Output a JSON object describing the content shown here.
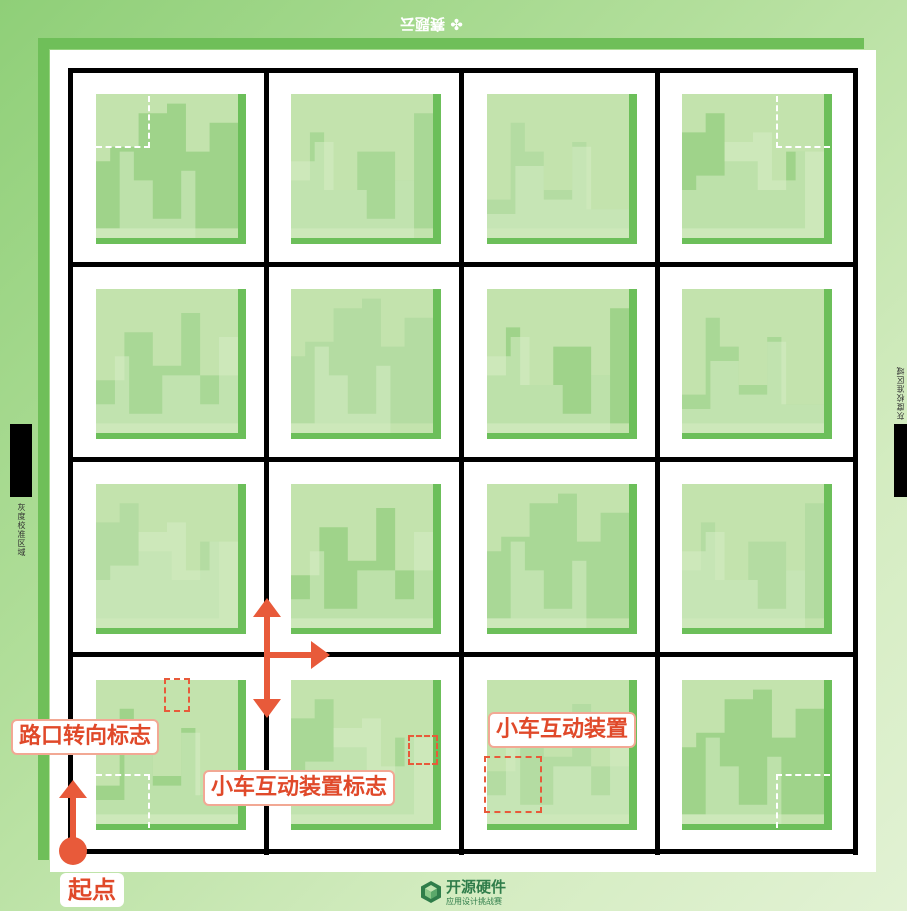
{
  "labels": {
    "turn_sign": "路口转向标志",
    "interaction_sign": "小车互动装置标志",
    "interaction_device": "小车互动装置",
    "start": "起点"
  },
  "calibration": {
    "left_text": "灰度校准区域",
    "right_text": "灰度校准区域"
  },
  "logos": {
    "top": "赛题云",
    "bottom_title": "开源硬件",
    "bottom_sub": "应用设计挑战赛"
  },
  "colors": {
    "accent": "#e85a3a",
    "grid_line": "#000000",
    "tile_base": "#c3e3ad",
    "tile_dark": "#6cbf5a"
  },
  "icons": [
    "arrow-up-icon",
    "arrow-down-icon",
    "arrow-right-icon",
    "start-dot-icon",
    "cube-logo-icon",
    "clover-logo-icon"
  ]
}
